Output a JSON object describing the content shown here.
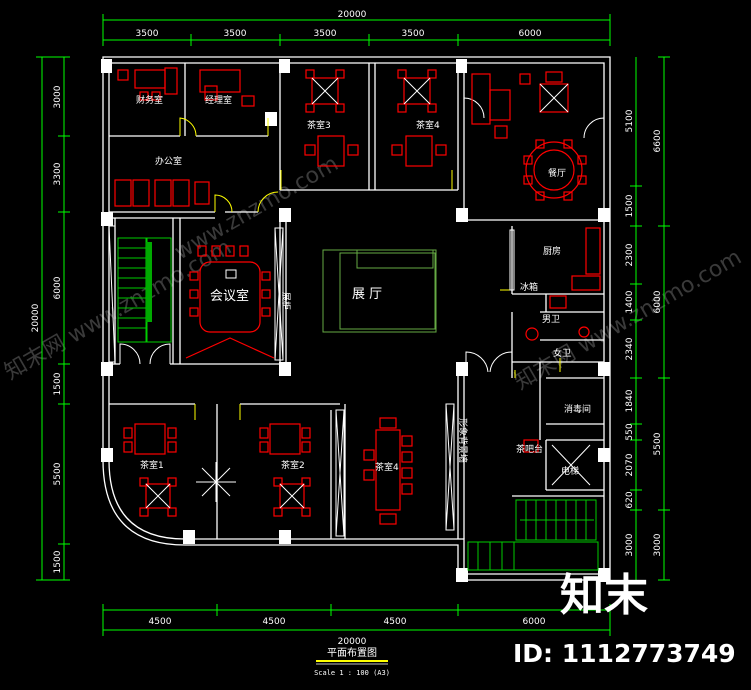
{
  "top_dims": {
    "total": "20000",
    "segments": [
      "3500",
      "3500",
      "3500",
      "3500",
      "6000"
    ]
  },
  "bottom_dims": {
    "total": "20000",
    "segments": [
      "4500",
      "4500",
      "4500",
      "6000"
    ]
  },
  "left_dims": {
    "total": "20000",
    "segments": [
      "3000",
      "3300",
      "6000",
      "1500",
      "5500",
      "1500"
    ]
  },
  "right_outer_dims": [
    "6600",
    "6000",
    "5500",
    "3000"
  ],
  "right_inner_dims": [
    "5100",
    "1500",
    "2300",
    "1400",
    "2340",
    "1840",
    "550",
    "2070",
    "620",
    "3000"
  ],
  "rooms": {
    "finance": "财务室",
    "manager": "经理室",
    "office": "办公室",
    "tea3": "茶室3",
    "tea4_top": "茶室4",
    "restaurant": "餐厅",
    "kitchen": "厨房",
    "fridge": "冰箱",
    "male_wc": "男卫",
    "female_wc": "女卫",
    "meeting": "会议室",
    "cabinet": "展柜",
    "hall": "展 厅",
    "disinfect": "消毒间",
    "tea1": "茶室1",
    "tea2": "茶室2",
    "tea4_mid": "茶室4",
    "image_wall": "形象背景墙",
    "tea_counter": "茶吧台",
    "elevator": "电梯"
  },
  "title": {
    "name": "平面布置图",
    "scale": "Scale 1 : 100 (A3)"
  },
  "watermark": {
    "logo_text": "知末",
    "id_text": "ID: 1112773749",
    "faint": [
      "知末网 www.znzmo.com",
      "www.znzmo.com",
      "知末网 www.znzmo.com"
    ]
  },
  "colors": {
    "background": "#000000",
    "wall": "#ffffff",
    "dimension": "#00ff00",
    "furniture": "#ff0000",
    "stair": "#00cc00",
    "door": "#ffff00"
  }
}
